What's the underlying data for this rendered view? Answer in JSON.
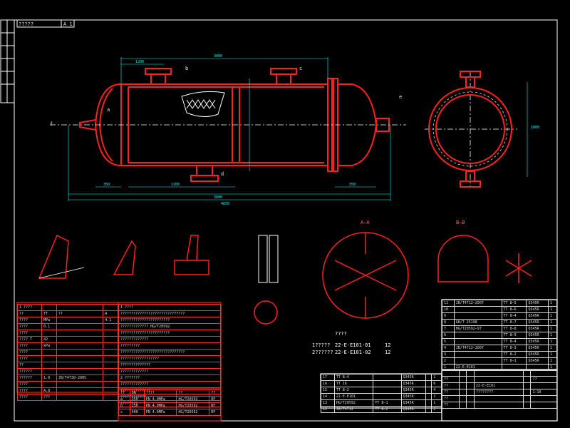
{
  "title_block_tag": {
    "label": "?????",
    "code": "A 1"
  },
  "nozzle_tags": {
    "a": "a",
    "b": "b",
    "c": "c",
    "d": "d",
    "e": "e",
    "f": "f"
  },
  "detail_titles": {
    "sec_aa": "A—A",
    "sec_bb": "B—B"
  },
  "equipment_list": {
    "header": "????",
    "rows": [
      {
        "tag": "1?????",
        "name": "22-E-E101-01",
        "qty": "12"
      },
      {
        "tag": "2??????",
        "name": "22-E-E101-02",
        "qty": "12"
      }
    ]
  },
  "parts_table_center": {
    "rows": [
      [
        "17",
        "TT 8—4",
        "",
        "Q345R",
        "",
        "1"
      ],
      [
        "16",
        "TT 16",
        "",
        "Q345R",
        "",
        "6"
      ],
      [
        "15",
        "TT 8—2",
        "",
        "Q345R",
        "",
        "4"
      ],
      [
        "14",
        "22-E-E101",
        "",
        "Q345R",
        "",
        "1"
      ],
      [
        "13",
        "HG/T20592",
        "TT 8—1",
        "Q345R",
        "",
        "1"
      ],
      [
        "12",
        "JB/T4712",
        "TT 8—2",
        "Q345R",
        "",
        "2"
      ]
    ]
  },
  "parts_table_right": {
    "rows": [
      [
        "11",
        "JB/T4712—2007",
        "TT 8—5",
        "Q345R",
        "1"
      ],
      [
        "10",
        "",
        "TT 8—6",
        "Q345R",
        "1"
      ],
      [
        "9",
        "",
        "TT 8—4",
        "Q345R",
        "1"
      ],
      [
        "8",
        "GB/T 25198",
        "TT 8—7",
        "Q345R",
        "1"
      ],
      [
        "7",
        "HG/T20592—97",
        "TT 8—8",
        "Q345R",
        "1"
      ],
      [
        "6",
        "",
        "TT 8—9",
        "Q345R",
        "1"
      ],
      [
        "5",
        "",
        "TT 8—4",
        "Q345R",
        "1"
      ],
      [
        "4",
        "JB/T4712—2007",
        "TT 8—3",
        "Q345R",
        "1"
      ],
      [
        "3",
        "",
        "TT 8—2",
        "Q345R",
        "1"
      ],
      [
        "2",
        "",
        "TT 8—1",
        "Q345R",
        "1"
      ],
      [
        "1",
        "22-E-E101",
        "",
        "",
        "1"
      ]
    ]
  },
  "design_data": {
    "rows": [
      [
        "1 ????",
        "",
        "",
        ""
      ],
      [
        "??",
        "TT",
        "??",
        "A"
      ],
      [
        "????",
        "MPa",
        "",
        "4.1"
      ],
      [
        "????",
        "0.1",
        "",
        ""
      ],
      [
        "????",
        "",
        "",
        ""
      ],
      [
        "???? T",
        "42",
        "",
        ""
      ],
      [
        "????",
        "kPa",
        "",
        ""
      ],
      [
        "????",
        "",
        "",
        ""
      ],
      [
        "????",
        "",
        "",
        ""
      ],
      [
        "??",
        "",
        "",
        ""
      ],
      [
        "??????",
        "",
        "",
        ""
      ],
      [
        "??????",
        "1.0",
        "JB/T4730-2005",
        ""
      ],
      [
        "????",
        "",
        "",
        ""
      ],
      [
        "????",
        "A.8",
        "",
        ""
      ],
      [
        "????",
        "???",
        "",
        ""
      ]
    ]
  },
  "tech_req": {
    "rows": [
      "1 ????",
      "??????????????????????????????",
      "???????????????????????",
      "????????????? HG/T20592",
      "???????????????????????",
      "?????????????",
      "?????????",
      "??????????????????????????????",
      "??????????????????",
      "??????????????",
      "?????????????",
      "2 ???????",
      "?????????????",
      "??????????????",
      "????????????",
      "????????"
    ]
  },
  "nozzle_table": {
    "rows": [
      [
        "??",
        "DN",
        "????",
        "??",
        "??"
      ],
      [
        "a",
        "250",
        "PN 4.0MPa",
        "HG/T20592",
        "RF"
      ],
      [
        "b",
        "250",
        "PN 4.0MPa",
        "HG/T20592",
        "RF"
      ],
      [
        "c",
        "400",
        "PN 4.0MPa",
        "HG/T20592",
        "RF"
      ]
    ]
  },
  "title_block": {
    "rows": [
      [
        "",
        "",
        "",
        "",
        "",
        ""
      ],
      [
        "??",
        "",
        "",
        "",
        "",
        "??"
      ],
      [
        "??",
        "",
        "",
        "22-E-E101",
        "",
        ""
      ],
      [
        "??",
        "",
        "",
        "????????",
        "",
        "1:10"
      ],
      [
        "??",
        "",
        "",
        "",
        "",
        ""
      ],
      [
        "??",
        "",
        "",
        "",
        "",
        ""
      ]
    ]
  }
}
